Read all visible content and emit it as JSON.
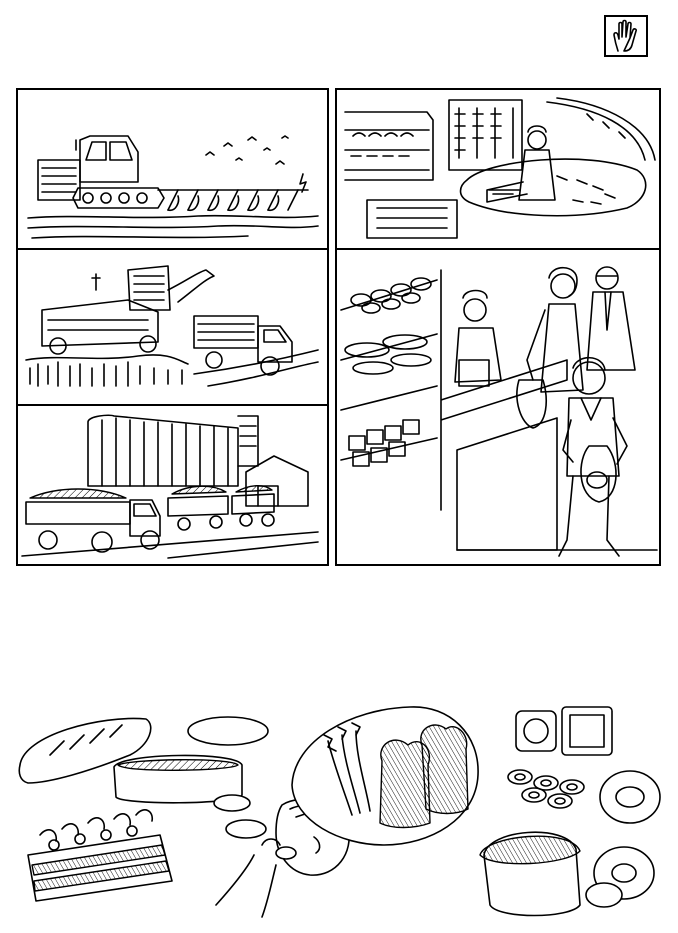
{
  "page": {
    "icons": {
      "corner_icon": "hand-icon"
    },
    "colors": {
      "ink": "#000000",
      "paper": "#ffffff"
    },
    "panels": [
      {
        "key": "plowing",
        "icon": "tractor-plowing-icon"
      },
      {
        "key": "bakery",
        "icon": "bakery-production-icon"
      },
      {
        "key": "harvest",
        "icon": "combine-harvester-icon"
      },
      {
        "key": "shop",
        "icon": "bread-shop-icon"
      },
      {
        "key": "elevator",
        "icon": "grain-elevator-icon"
      }
    ],
    "bottom_items": [
      "loaf-icon",
      "bread-tin-icon",
      "cake-icon",
      "pie-icon",
      "boy-eating-icon",
      "wheat-sacks-icon",
      "pastry-icon",
      "pretzels-icon",
      "kulich-icon",
      "bagels-icon"
    ]
  }
}
